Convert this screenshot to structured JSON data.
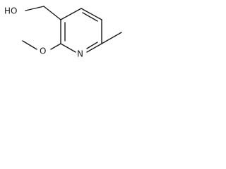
{
  "molecule": {
    "atoms": {
      "hydroxyl": "HO",
      "ring_nitrogen": "N",
      "ether_oxygen": "O"
    },
    "colors": {
      "ink": "#1a1a1a",
      "background": "#ffffff"
    }
  }
}
